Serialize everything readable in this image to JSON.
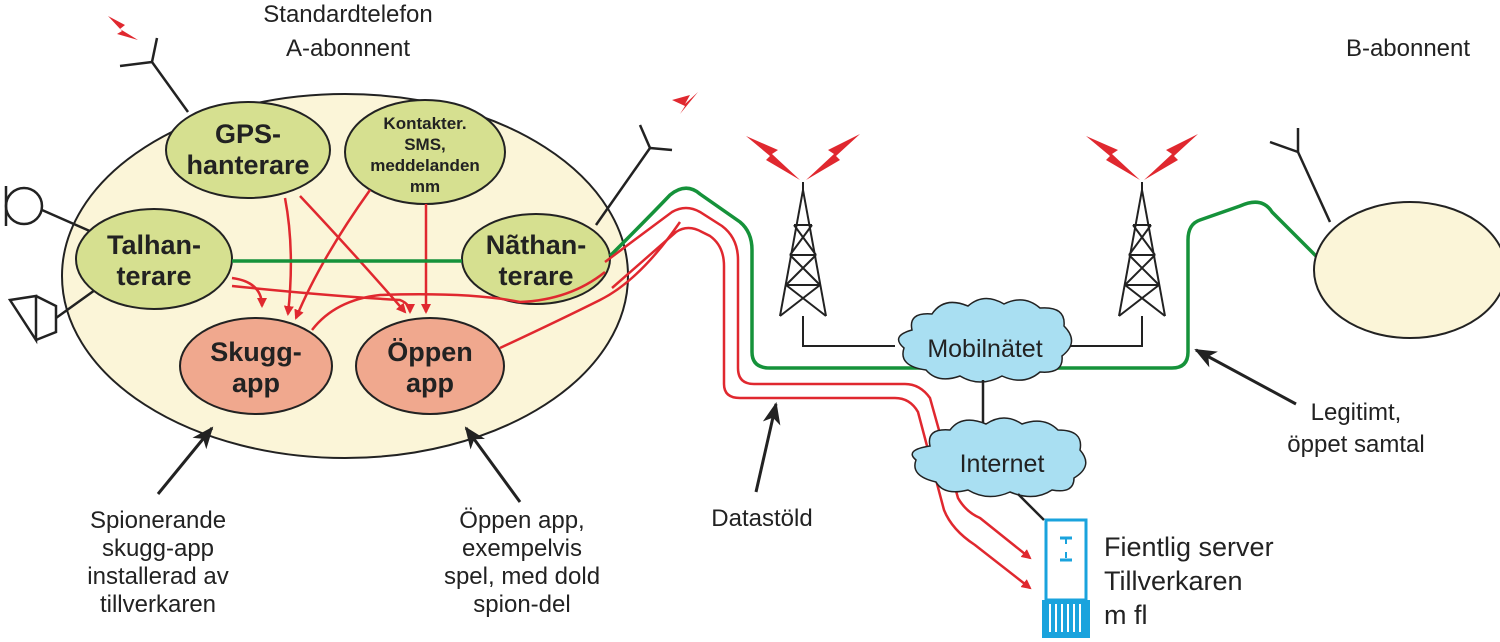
{
  "phone_a": {
    "title_line1": "Standardtelefon",
    "title_line2": "A-abonnent",
    "gps": [
      "GPS-",
      "hanterare"
    ],
    "contacts": [
      "Kontakter.",
      "SMS,",
      "meddelanden",
      "mm"
    ],
    "talk": [
      "Talhan-",
      "terare"
    ],
    "net": [
      "Nãthan-",
      "terare"
    ],
    "shadow_app": [
      "Skugg-",
      "app"
    ],
    "open_app": [
      "Öppen",
      "app"
    ]
  },
  "phone_b": {
    "title": "B-abonnent"
  },
  "network": {
    "mobile": "Mobilnätet",
    "internet": "Internet"
  },
  "server": [
    "Fientlig server",
    "Tillverkaren",
    "m fl"
  ],
  "annotations": {
    "shadow": [
      "Spionerande",
      "skugg-app",
      "installerad av",
      "tillverkaren"
    ],
    "open": [
      "Öppen app,",
      "exempelvis",
      "spel, med dold",
      "spion-del"
    ],
    "theft": "Datastöld",
    "legit": [
      "Legitimt,",
      "öppet samtal"
    ]
  },
  "colors": {
    "phone_fill": "#fbf5d8",
    "module_green": "#d6e090",
    "module_salmon": "#f0a88e",
    "data_red": "#e0282f",
    "call_green": "#15923a",
    "cloud_blue": "#a9dff2",
    "server_blue": "#1aa3dd"
  }
}
